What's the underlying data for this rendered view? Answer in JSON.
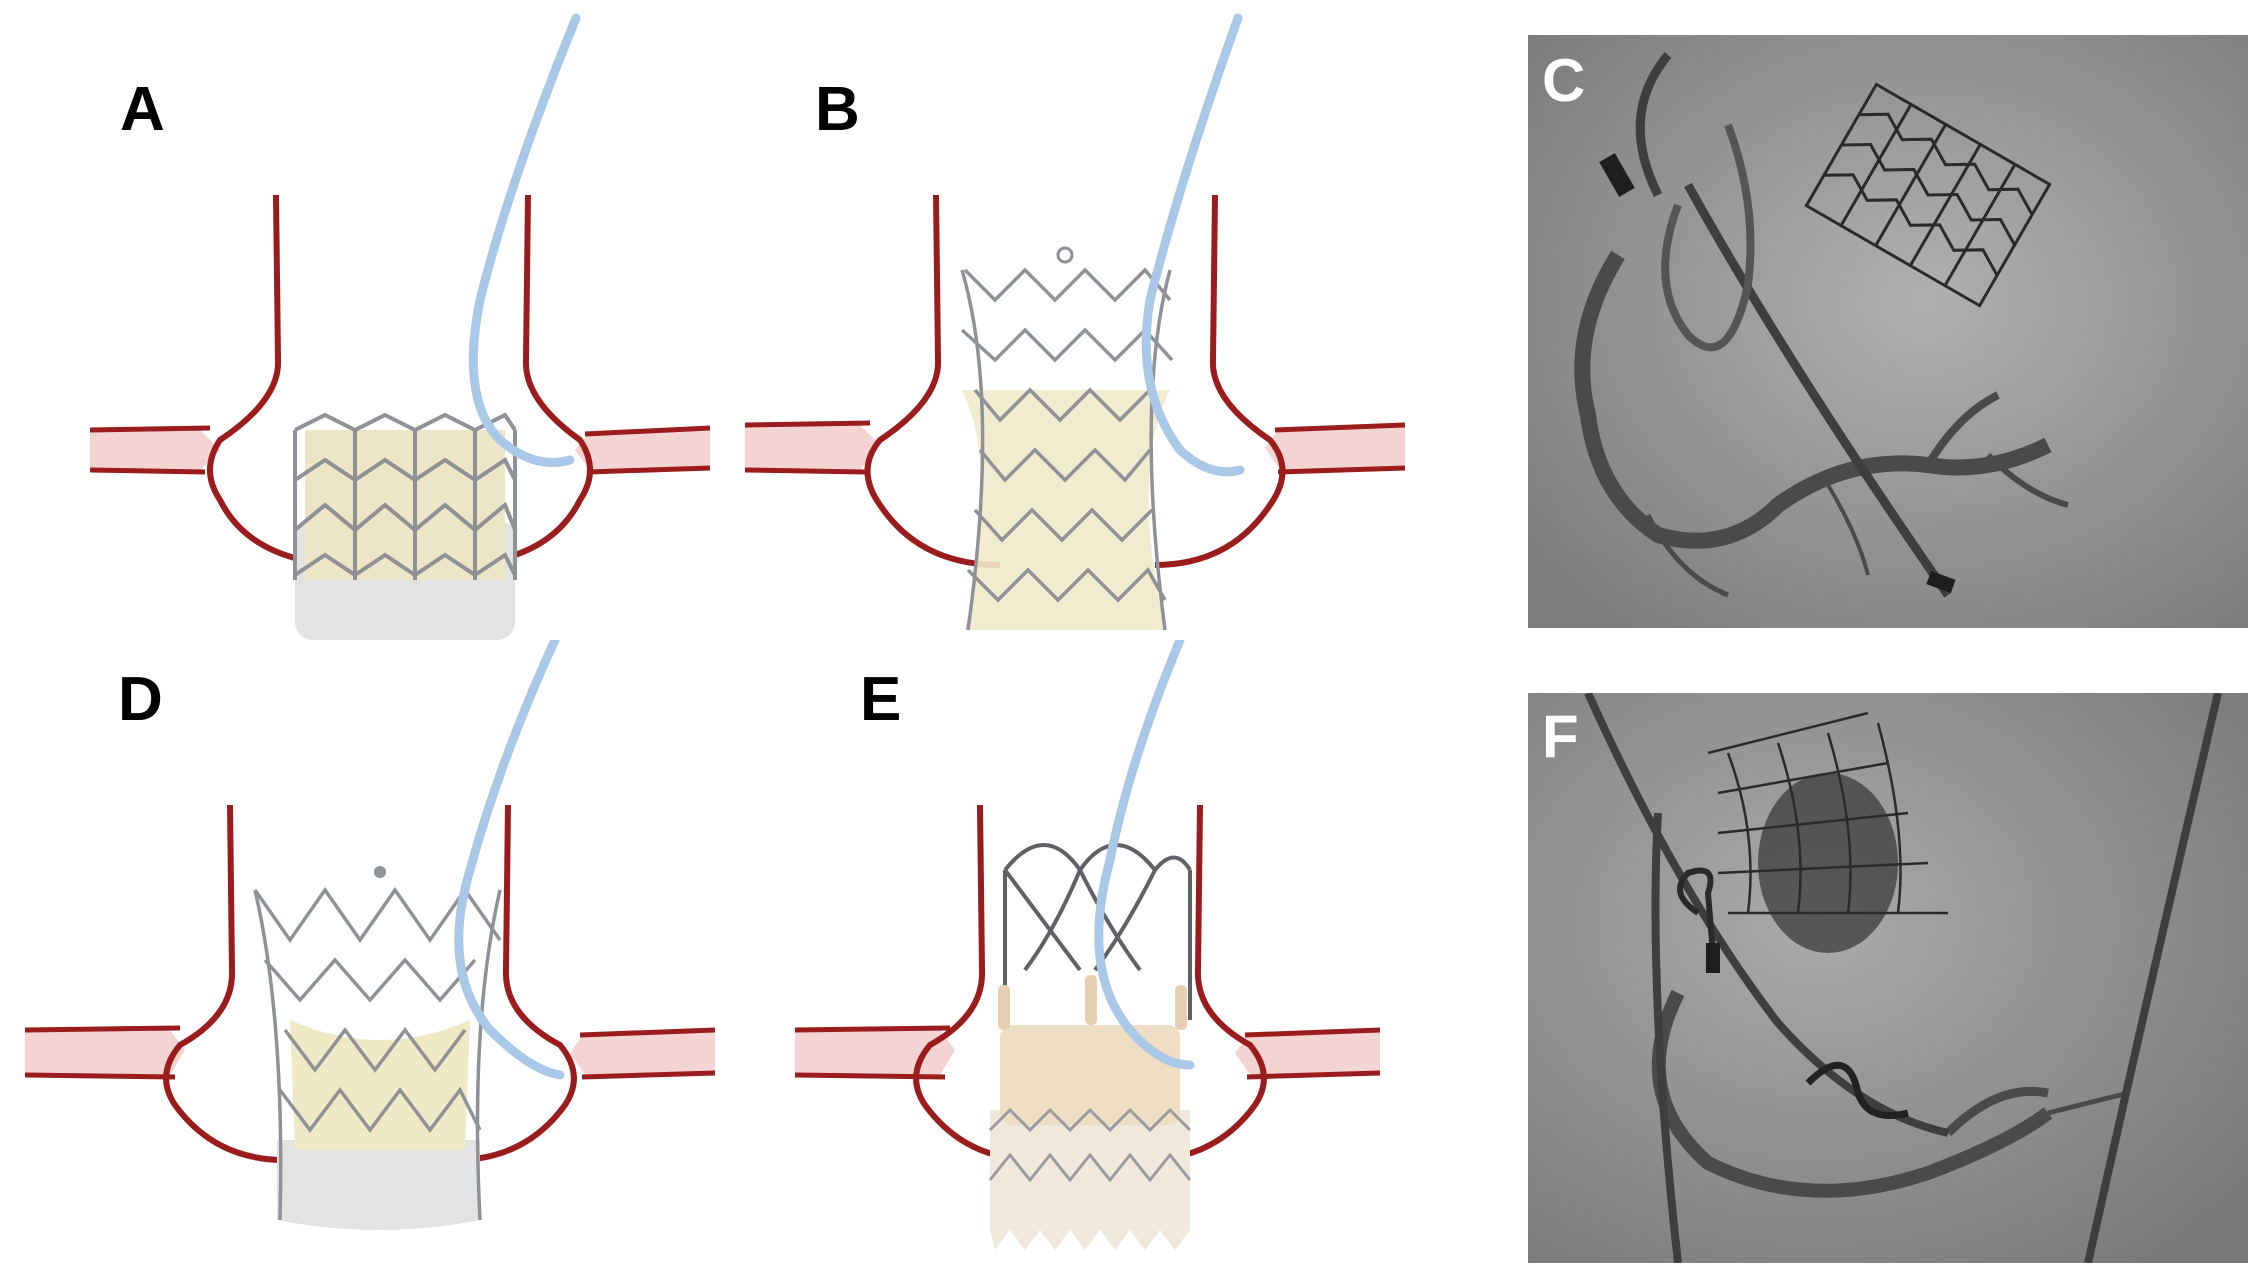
{
  "figure": {
    "panels": [
      {
        "id": "A",
        "label": "A",
        "kind": "valve-diagram"
      },
      {
        "id": "B",
        "label": "B",
        "kind": "valve-diagram"
      },
      {
        "id": "C",
        "label": "C",
        "kind": "angiogram"
      },
      {
        "id": "D",
        "label": "D",
        "kind": "valve-diagram"
      },
      {
        "id": "E",
        "label": "E",
        "kind": "valve-diagram"
      },
      {
        "id": "F",
        "label": "F",
        "kind": "angiogram"
      }
    ],
    "colors": {
      "aortic_wall": "#9b1c1c",
      "coronary_fill": "#f4d3d3",
      "catheter": "#a9c8e8",
      "stent_metal": "#8e9196",
      "leaflet_cream": "#ece6c6",
      "skirt_white": "#e5e5e5",
      "xray_bg": "#9c9c9c"
    }
  }
}
